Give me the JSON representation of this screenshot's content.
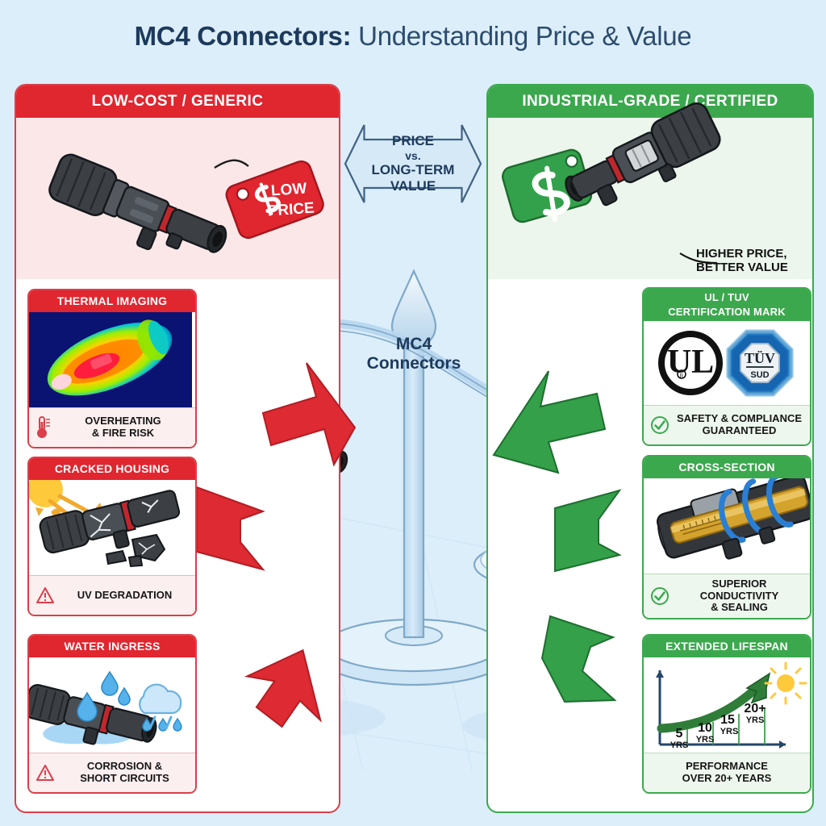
{
  "page": {
    "title_strong": "MC4 Connectors:",
    "title_light": " Understanding Price & Value",
    "background_color": "#dceefa"
  },
  "center": {
    "banner_line1": "PRICE",
    "banner_line2": "vs.",
    "banner_line3": "LONG-TERM",
    "banner_line4": "VALUE",
    "scale_label_line1": "MC4",
    "scale_label_line2": "Connectors"
  },
  "left_panel": {
    "header": "LOW-COST / GENERIC",
    "accent_color": "#e0262f",
    "hero_tag_line1": "LOW",
    "hero_tag_line2": "PRICE",
    "hero_tag_icon": "dollar-sign-icon",
    "cards": [
      {
        "title": "THERMAL IMAGING",
        "art": "thermal-image-connector",
        "icon": "thermometer-icon",
        "caption_line1": "OVERHEATING",
        "caption_line2": "& FIRE RISK"
      },
      {
        "title": "CRACKED HOUSING",
        "art": "cracked-connector-sun",
        "icon": "warning-triangle-icon",
        "caption_line1": "UV DEGRADATION",
        "caption_line2": ""
      },
      {
        "title": "WATER INGRESS",
        "art": "connector-water-droplets",
        "icon": "warning-triangle-icon",
        "caption_line1": "CORROSION &",
        "caption_line2": "SHORT CIRCUITS"
      }
    ]
  },
  "right_panel": {
    "header": "INDUSTRIAL-GRADE / CERTIFIED",
    "accent_color": "#3ca84e",
    "hero_tag_icon": "dollar-sign-icon",
    "hero_caption_line1": "HIGHER PRICE,",
    "hero_caption_line2": "BETTER VALUE",
    "cards": [
      {
        "title_line1": "UL / TUV",
        "title_line2": "CERTIFICATION MARK",
        "art": "ul-tuv-certification-marks",
        "mark_ul": "UL",
        "mark_tuv": "TÜV",
        "mark_tuv_sub": "SUD",
        "icon": "check-circle-icon",
        "caption_line1": "SAFETY & COMPLIANCE",
        "caption_line2": "GUARANTEED"
      },
      {
        "title_line1": "CROSS-SECTION",
        "title_line2": "",
        "art": "connector-cutaway-contacts",
        "icon": "check-circle-icon",
        "caption_line1": "SUPERIOR CONDUCTIVITY",
        "caption_line2": "& SEALING"
      },
      {
        "title_line1": "EXTENDED LIFESPAN",
        "title_line2": "",
        "art": "lifespan-growth-chart",
        "icon": "check-circle-icon",
        "caption_line1": "PERFORMANCE",
        "caption_line2": "OVER 20+ YEARS"
      }
    ]
  },
  "chart_data": {
    "type": "line",
    "title": "EXTENDED LIFESPAN",
    "xlabel": "",
    "ylabel": "",
    "categories": [
      "5 YRS",
      "10 YRS",
      "15 YRS",
      "20+ YRS"
    ],
    "tick_labels": [
      {
        "value": "5",
        "unit": "YRS"
      },
      {
        "value": "10",
        "unit": "YRS"
      },
      {
        "value": "15",
        "unit": "YRS"
      },
      {
        "value": "20+",
        "unit": "YRS"
      }
    ],
    "values": [
      10,
      22,
      45,
      82
    ],
    "series": [
      {
        "name": "Performance",
        "values": [
          10,
          22,
          45,
          82
        ],
        "color": "#2f7d39"
      }
    ],
    "annotations": [
      "sun-icon"
    ],
    "grid": false,
    "legend": "none",
    "caption": "PERFORMANCE OVER 20+ YEARS"
  }
}
